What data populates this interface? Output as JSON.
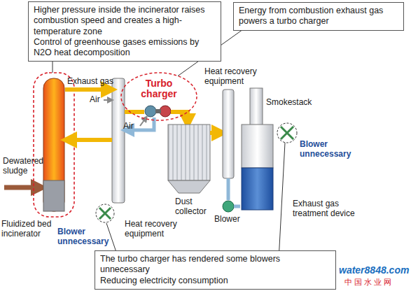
{
  "diagram": {
    "nodes": [
      {
        "text": [
          "Higher pressure inside the incinerator raises combustion speed and creates a high-temperature zone",
          "Control of greenhouse gases emissions by N2O heat decomposition"
        ]
      },
      {
        "text": [
          "Energy from combustion exhaust gas powers a turbo charger"
        ]
      },
      {
        "text": [
          "The turbo charger has rendered some blowers unnecessary",
          "Reducing electricity consumption"
        ]
      },
      {
        "text": [
          "Turbo charger"
        ]
      }
    ],
    "edges": [
      {
        "from": 1,
        "to": 3,
        "arrow": "none"
      }
    ],
    "labels": [
      "Exhaust gas",
      "Air",
      "Air",
      "Heat recovery equipment",
      "Smokestack",
      "Dewatered sludge",
      "Fluidized bed incinerator",
      "Heat recovery equipment",
      "Dust collector",
      "Blower",
      "Exhaust gas treatment device",
      "Blower unnecessary",
      "Blower unnecessary",
      "water8848.com",
      "中 国 水 业 网"
    ]
  }
}
